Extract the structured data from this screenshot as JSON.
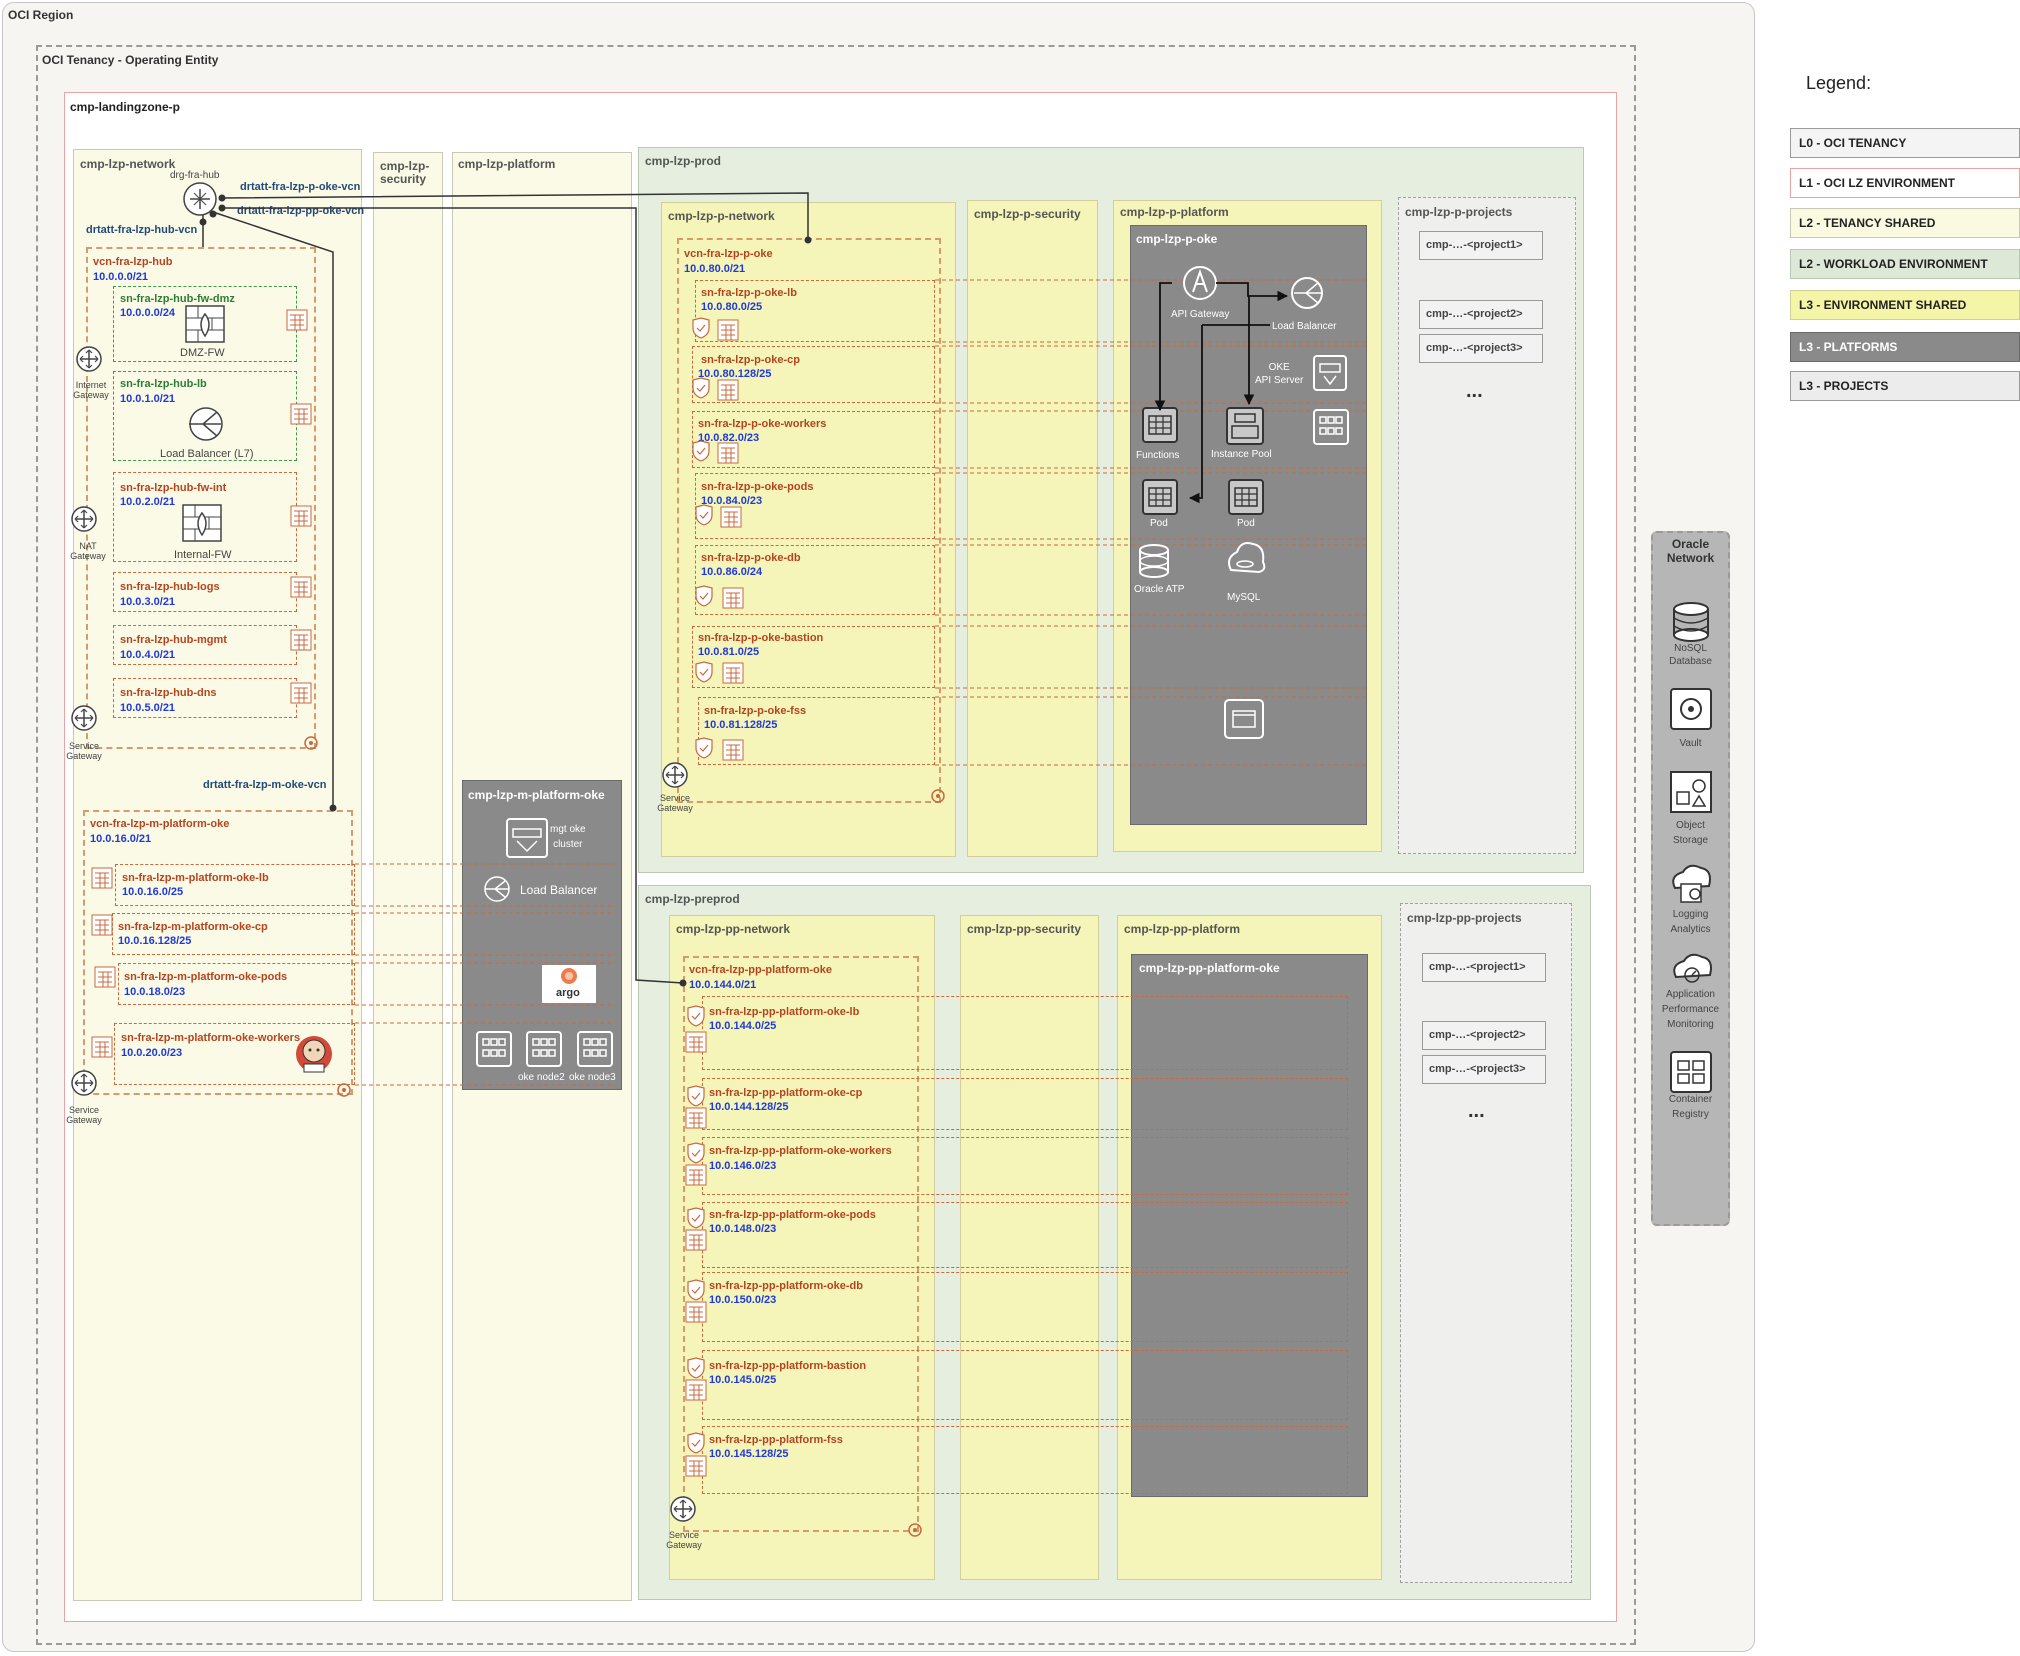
{
  "region": {
    "label": "OCI Region"
  },
  "tenancy": {
    "label": "OCI Tenancy - Operating Entity"
  },
  "landingzone": {
    "label": "cmp-landingzone-p"
  },
  "network": {
    "label": "cmp-lzp-network",
    "drg": "drg-fra-hub",
    "drtatt_p": "drtatt-fra-lzp-p-oke-vcn",
    "drtatt_pp": "drtatt-fra-lzp-pp-oke-vcn",
    "drtatt_hub": "drtatt-fra-lzp-hub-vcn",
    "drtatt_m": "drtatt-fra-lzp-m-oke-vcn",
    "hub": {
      "name": "vcn-fra-lzp-hub",
      "cidr": "10.0.0.0/21",
      "subnets": [
        {
          "name": "sn-fra-lzp-hub-fw-dmz",
          "cidr": "10.0.0.0/24",
          "device": "DMZ-FW"
        },
        {
          "name": "sn-fra-lzp-hub-lb",
          "cidr": "10.0.1.0/21",
          "device": "Load Balancer (L7)"
        },
        {
          "name": "sn-fra-lzp-hub-fw-int",
          "cidr": "10.0.2.0/21",
          "device": "Internal-FW"
        },
        {
          "name": "sn-fra-lzp-hub-logs",
          "cidr": "10.0.3.0/21"
        },
        {
          "name": "sn-fra-lzp-hub-mgmt",
          "cidr": "10.0.4.0/21"
        },
        {
          "name": "sn-fra-lzp-hub-dns",
          "cidr": "10.0.5.0/21"
        }
      ],
      "gateways": {
        "internet": "Internet\nGateway",
        "nat": "NAT\nGateway",
        "service": "Service\nGateway"
      }
    },
    "mvcn": {
      "name": "vcn-fra-lzp-m-platform-oke",
      "cidr": "10.0.16.0/21",
      "subnets": [
        {
          "name": "sn-fra-lzp-m-platform-oke-lb",
          "cidr": "10.0.16.0/25"
        },
        {
          "name": "sn-fra-lzp-m-platform-oke-cp",
          "cidr": "10.0.16.128/25"
        },
        {
          "name": "sn-fra-lzp-m-platform-oke-pods",
          "cidr": "10.0.18.0/23"
        },
        {
          "name": "sn-fra-lzp-m-platform-oke-workers",
          "cidr": "10.0.20.0/23"
        }
      ],
      "service": "Service\nGateway"
    }
  },
  "security": {
    "label": "cmp-lzp-\nsecurity"
  },
  "platform": {
    "label": "cmp-lzp-platform",
    "moke": {
      "label": "cmp-lzp-m-platform-oke",
      "cluster": "mgt oke\ncluster",
      "lb": "Load Balancer",
      "argo": "argo",
      "node2": "oke node2",
      "node3": "oke node3"
    }
  },
  "prod": {
    "label": "cmp-lzp-prod",
    "network": "cmp-lzp-p-network",
    "security": "cmp-lzp-p-security",
    "platform": "cmp-lzp-p-platform",
    "projects": "cmp-lzp-p-projects",
    "oke": {
      "label": "cmp-lzp-p-oke",
      "api_gw": "API Gateway",
      "lb": "Load Balancer",
      "api_server": "OKE\nAPI Server",
      "functions": "Functions",
      "instance_pool": "Instance Pool",
      "pod1": "Pod",
      "pod2": "Pod",
      "atp": "Oracle ATP",
      "mysql": "MySQL"
    },
    "vcn": {
      "name": "vcn-fra-lzp-p-oke",
      "cidr": "10.0.80.0/21",
      "subnets": [
        {
          "name": "sn-fra-lzp-p-oke-lb",
          "cidr": "10.0.80.0/25"
        },
        {
          "name": "sn-fra-lzp-p-oke-cp",
          "cidr": "10.0.80.128/25"
        },
        {
          "name": "sn-fra-lzp-p-oke-workers",
          "cidr": "10.0.82.0/23"
        },
        {
          "name": "sn-fra-lzp-p-oke-pods",
          "cidr": "10.0.84.0/23"
        },
        {
          "name": "sn-fra-lzp-p-oke-db",
          "cidr": "10.0.86.0/24"
        },
        {
          "name": "sn-fra-lzp-p-oke-bastion",
          "cidr": "10.0.81.0/25"
        },
        {
          "name": "sn-fra-lzp-p-oke-fss",
          "cidr": "10.0.81.128/25"
        }
      ],
      "service": "Service\nGateway"
    },
    "project_items": [
      "cmp-…-<project1>",
      "cmp-…-<project2>",
      "cmp-…-<project3>",
      "..."
    ]
  },
  "preprod": {
    "label": "cmp-lzp-preprod",
    "network": "cmp-lzp-pp-network",
    "security": "cmp-lzp-pp-security",
    "platform": "cmp-lzp-pp-platform",
    "projects": "cmp-lzp-pp-projects",
    "oke": "cmp-lzp-pp-platform-oke",
    "vcn": {
      "name": "vcn-fra-lzp-pp-platform-oke",
      "cidr": "10.0.144.0/21",
      "subnets": [
        {
          "name": "sn-fra-lzp-pp-platform-oke-lb",
          "cidr": "10.0.144.0/25"
        },
        {
          "name": "sn-fra-lzp-pp-platform-oke-cp",
          "cidr": "10.0.144.128/25"
        },
        {
          "name": "sn-fra-lzp-pp-platform-oke-workers",
          "cidr": "10.0.146.0/23"
        },
        {
          "name": "sn-fra-lzp-pp-platform-oke-pods",
          "cidr": "10.0.148.0/23"
        },
        {
          "name": "sn-fra-lzp-pp-platform-oke-db",
          "cidr": "10.0.150.0/23"
        },
        {
          "name": "sn-fra-lzp-pp-platform-bastion",
          "cidr": "10.0.145.0/25"
        },
        {
          "name": "sn-fra-lzp-pp-platform-fss",
          "cidr": "10.0.145.128/25"
        }
      ],
      "service": "Service\nGateway"
    },
    "project_items": [
      "cmp-…-<project1>",
      "cmp-…-<project2>",
      "cmp-…-<project3>",
      "..."
    ]
  },
  "oracle": {
    "label": "Oracle\nNetwork",
    "services": [
      "NoSQL\nDatabase",
      "Vault",
      "Object\nStorage",
      "Logging\nAnalytics",
      "Application\nPerformance\nMonitoring",
      "Container\nRegistry"
    ]
  },
  "legend": {
    "title": "Legend:",
    "items": [
      "L0 - OCI TENANCY",
      "L1 - OCI LZ ENVIRONMENT",
      "L2 - TENANCY SHARED",
      "L2 - WORKLOAD ENVIRONMENT",
      "L3 - ENVIRONMENT SHARED",
      "L3 - PLATFORMS",
      "L3 - PROJECTS"
    ],
    "colors": [
      "#f4f4f4",
      "#ffffff",
      "#fafae0",
      "#dde8d6",
      "#f5f5a8",
      "#8a8a8a",
      "#ececec"
    ],
    "borders": [
      "#9a9a9a",
      "#e8a3a3",
      "#c9c9b5",
      "#bac9b3",
      "#cfcf9a",
      "#6a6a6a",
      "#9a9a9a"
    ]
  }
}
